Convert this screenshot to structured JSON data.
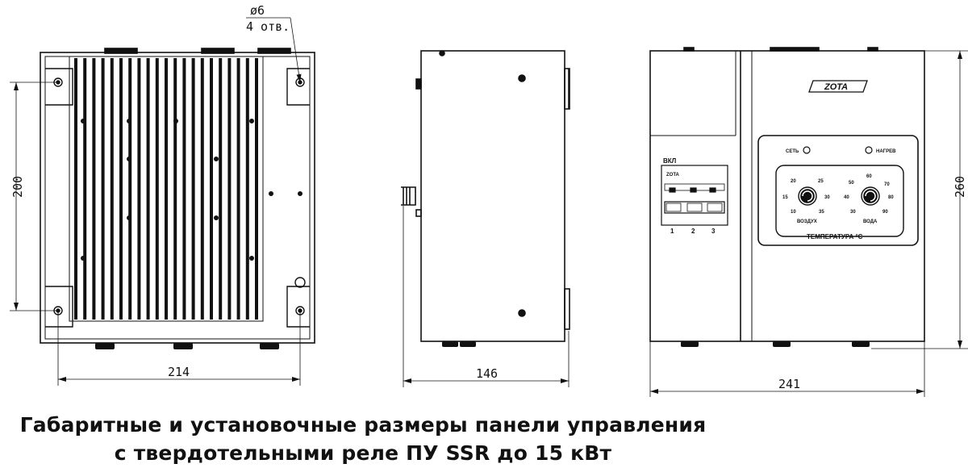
{
  "dimensions": {
    "hole_dia": "ø6",
    "hole_count": "4 отв.",
    "height_mount": "200",
    "width_front": "214",
    "depth": "146",
    "width_total": "241",
    "height_total": "260"
  },
  "panel_labels": {
    "brand": "ZOTA",
    "switch_on": "ВКЛ",
    "breaker_brand": "ZOTA",
    "pole_1": "1",
    "pole_2": "2",
    "pole_3": "3",
    "led_power": "СЕТЬ",
    "led_heat": "НАГРЕВ",
    "knob_air": "ВОЗДУХ",
    "knob_water": "ВОДА",
    "temperature": "ТЕМПЕРАТУРА °С",
    "air_scale": [
      "10",
      "15",
      "20",
      "25",
      "30",
      "35"
    ],
    "water_scale": [
      "30",
      "40",
      "50",
      "60",
      "70",
      "80",
      "90"
    ]
  },
  "caption": {
    "line1": "Габаритные и установочные размеры панели управления",
    "line2": "с твердотельными реле ПУ SSR до 15 кВт"
  }
}
